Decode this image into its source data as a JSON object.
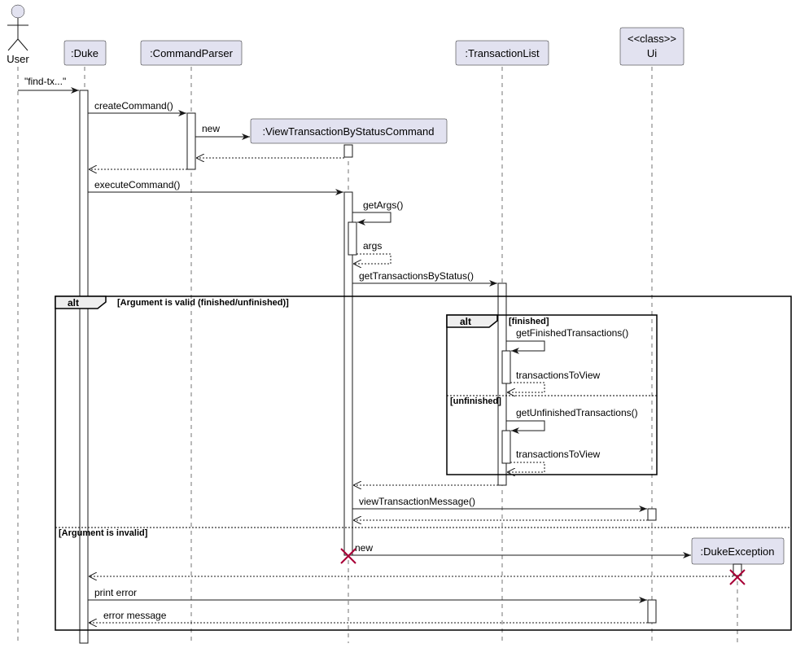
{
  "participants": {
    "user": "User",
    "duke": ":Duke",
    "parser": ":CommandParser",
    "view_cmd": ":ViewTransactionByStatusCommand",
    "txlist": ":TransactionList",
    "ui_stereotype": "<<class>>",
    "ui": "Ui",
    "exception": ":DukeException"
  },
  "messages": {
    "find": "\"find-tx...\"",
    "create_command": "createCommand()",
    "new1": "new",
    "execute_command": "executeCommand()",
    "get_args": "getArgs()",
    "args": "args",
    "get_by_status": "getTransactionsByStatus()",
    "get_finished": "getFinishedTransactions()",
    "tx_to_view1": "transactionsToView",
    "get_unfinished": "getUnfinishedTransactions()",
    "tx_to_view2": "transactionsToView",
    "view_msg": "viewTransactionMessage()",
    "new2": "new",
    "print_error": "print error",
    "error_message": "error message"
  },
  "fragments": {
    "outer_keyword": "alt",
    "outer_guard1": "[Argument is valid (finished/unfinished)]",
    "outer_guard2": "[Argument is invalid]",
    "inner_keyword": "alt",
    "inner_guard1": "[finished]",
    "inner_guard2": "[unfinished]"
  },
  "colors": {
    "participant_fill": "#E2E2F0",
    "line": "#181818",
    "destroy": "#A80036"
  }
}
